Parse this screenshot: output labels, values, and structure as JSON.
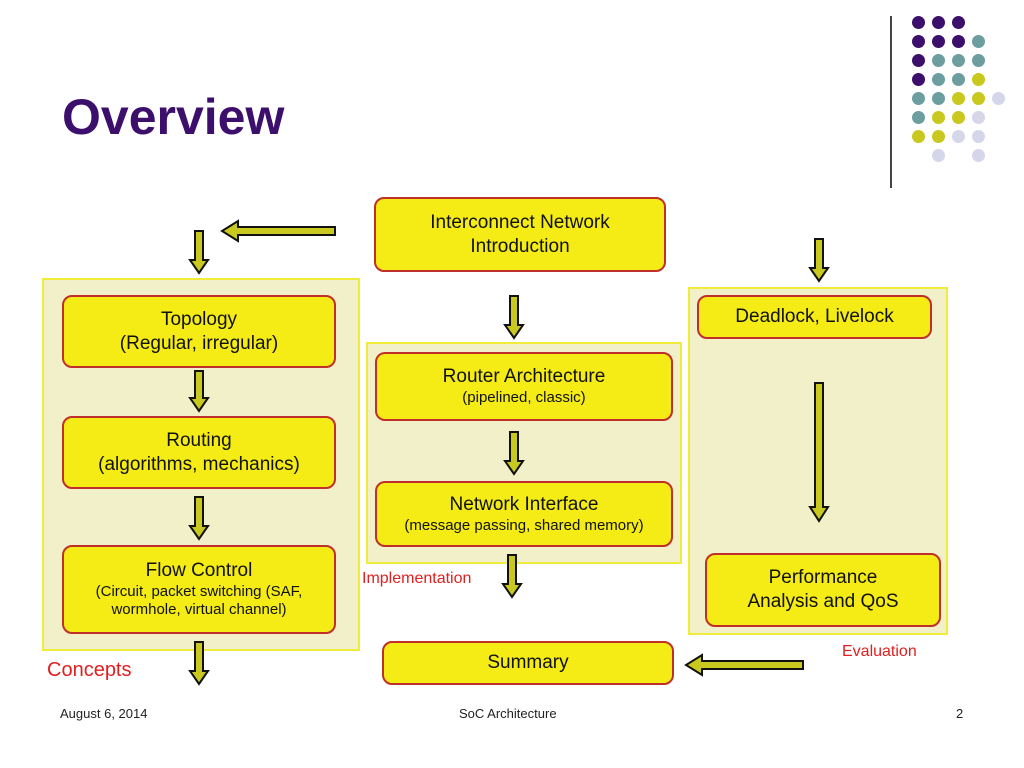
{
  "slide": {
    "title": "Overview",
    "footer": {
      "date": "August 6, 2014",
      "center": "SoC Architecture",
      "page": "2"
    }
  },
  "colors": {
    "title": "#3b0f6b",
    "box_fill": "#f4ec14",
    "box_border": "#c0302a",
    "panel_fill": "#f2f0c8",
    "label": "#e02020",
    "dot_purple": "#3b0f6b",
    "dot_teal": "#6c9ea0",
    "dot_yellow": "#c8c81e",
    "dot_lavender": "#d6d6ea"
  },
  "diagram": {
    "boxes": {
      "intro": {
        "line1": "Interconnect Network",
        "line2": "Introduction"
      },
      "topology": {
        "line1": "Topology",
        "line2": "(Regular, irregular)"
      },
      "routing": {
        "line1": "Routing",
        "line2": "(algorithms, mechanics)"
      },
      "flow": {
        "line1": "Flow Control",
        "line2": "(Circuit, packet switching (SAF,",
        "line3": "wormhole, virtual channel)"
      },
      "router": {
        "line1": "Router Architecture",
        "line2": "(pipelined, classic)"
      },
      "ni": {
        "line1": "Network Interface",
        "line2": "(message passing, shared memory)"
      },
      "summary": {
        "line1": "Summary"
      },
      "deadlock": {
        "line1": "Deadlock, Livelock"
      },
      "perf": {
        "line1": "Performance",
        "line2": "Analysis and QoS"
      }
    },
    "labels": {
      "concepts": "Concepts",
      "implementation": "Implementation",
      "evaluation": "Evaluation"
    }
  }
}
